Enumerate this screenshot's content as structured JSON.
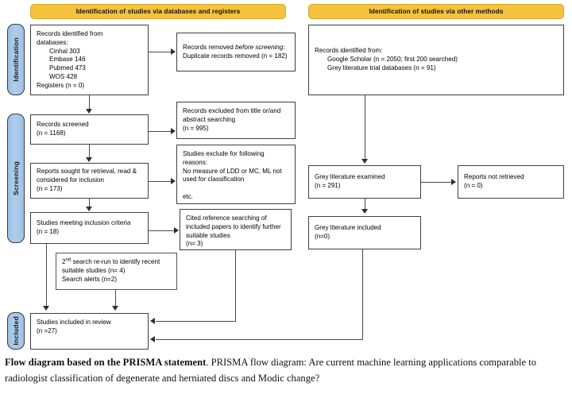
{
  "figure": {
    "type": "prisma-flow-diagram",
    "colors": {
      "header_fill": "#f5c23e",
      "pill_fill": "#a8c6e5",
      "box_border": "#3f3f3f",
      "connector": "#4a4a4a",
      "background": "#ffffff"
    }
  },
  "stages": [
    {
      "id": "identification",
      "label": "Identification"
    },
    {
      "id": "screening",
      "label": "Screening"
    },
    {
      "id": "included",
      "label": "Included"
    }
  ],
  "headers": [
    {
      "id": "databases-registers",
      "label": "Identification of studies via databases and registers"
    },
    {
      "id": "other-methods",
      "label": "Identification of studies via other methods"
    }
  ],
  "boxes": {
    "records_identified": {
      "line1": "Records identified from",
      "line2": "databases:",
      "sources": [
        {
          "name": "Cinhal",
          "n": "303",
          "text": "Cinhal 303"
        },
        {
          "name": "Embase",
          "n": "146",
          "text": "Embase 146"
        },
        {
          "name": "Pubmed",
          "n": "473",
          "text": "Pubmed 473"
        },
        {
          "name": "WOS",
          "n": "428",
          "text": "WOS 428"
        }
      ],
      "registers": "Registers (n = 0)"
    },
    "records_removed": {
      "pre": "Records removed ",
      "italic": "before screening",
      "post": ": Duplicate records removed (n = 182)"
    },
    "records_screened": {
      "label": "Records screened",
      "count": "(n = 1168)"
    },
    "records_excluded": {
      "text": "Records excluded from title or/and abstract searching",
      "count": "(n = 995)"
    },
    "reports_sought": {
      "text": "Reports sought for retrieval, read & considered for inclusion",
      "count": "(n = 173)"
    },
    "studies_excluded": {
      "line1": "Studies exclude for following reasons:",
      "line2": "No measure of LDD or MC, ML not used for classification",
      "line3": "etc."
    },
    "studies_meeting": {
      "label": "Studies meeting inclusion criteria",
      "count": "(n = 18)"
    },
    "cited_reference": {
      "text": "Cited reference searching of included papers to identify further suitable studies",
      "count": "(n= 3)"
    },
    "second_search": {
      "sup": "2",
      "sup_mark": "nd",
      "line1_rest": " search re-run to identify recent suitable studies (n= 4)",
      "line2": "Search alerts (n=2)"
    },
    "studies_included": {
      "label": "Studies included in review",
      "count": "(n =27)"
    },
    "records_other": {
      "line1": "Records identified from:",
      "items": [
        "Google Scholar (n = 2050; first 200 searched)",
        "Grey literature trial databases (n = 91)"
      ]
    },
    "grey_examined": {
      "label": "Grey literature examined",
      "count": "(n = 291)"
    },
    "reports_not_retrieved": {
      "label": "Reports not retrieved",
      "count": "(n = 0)"
    },
    "grey_included": {
      "label": "Grey literature included",
      "count": "(n=0)"
    }
  },
  "caption": {
    "bold": "Flow diagram based on the PRISMA statement",
    "rest": ". PRISMA flow diagram: Are current machine learning applications comparable to radiologist classification of degenerate and herniated discs and Modic change?"
  }
}
